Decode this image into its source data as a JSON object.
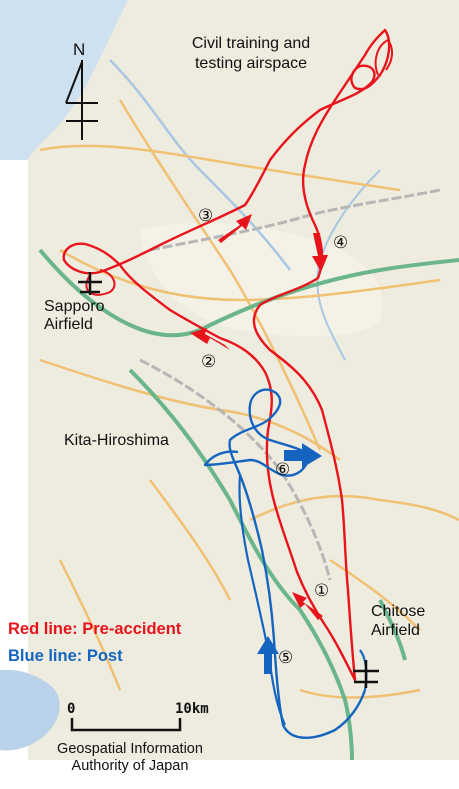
{
  "labels": {
    "north": "N",
    "airspace_line1": "Civil training and",
    "airspace_line2": "testing airspace",
    "sapporo_line1": "Sapporo",
    "sapporo_line2": "Airfield",
    "kita_hiroshima": "Kita-Hiroshima",
    "chitose_line1": "Chitose",
    "chitose_line2": "Airfield"
  },
  "legend": {
    "red": "Red line: Pre-accident",
    "blue": "Blue line: Post",
    "red_color": "#e8141c",
    "blue_color": "#1565c0"
  },
  "scale": {
    "start": "0",
    "end": "10km"
  },
  "credit": {
    "line1": "Geospatial Information",
    "line2": "Authority of Japan"
  },
  "markers": [
    {
      "id": "m1",
      "text": "①"
    },
    {
      "id": "m2",
      "text": "②"
    },
    {
      "id": "m3",
      "text": "③"
    },
    {
      "id": "m4",
      "text": "④"
    },
    {
      "id": "m5",
      "text": "⑤"
    },
    {
      "id": "m6",
      "text": "⑥"
    }
  ]
}
